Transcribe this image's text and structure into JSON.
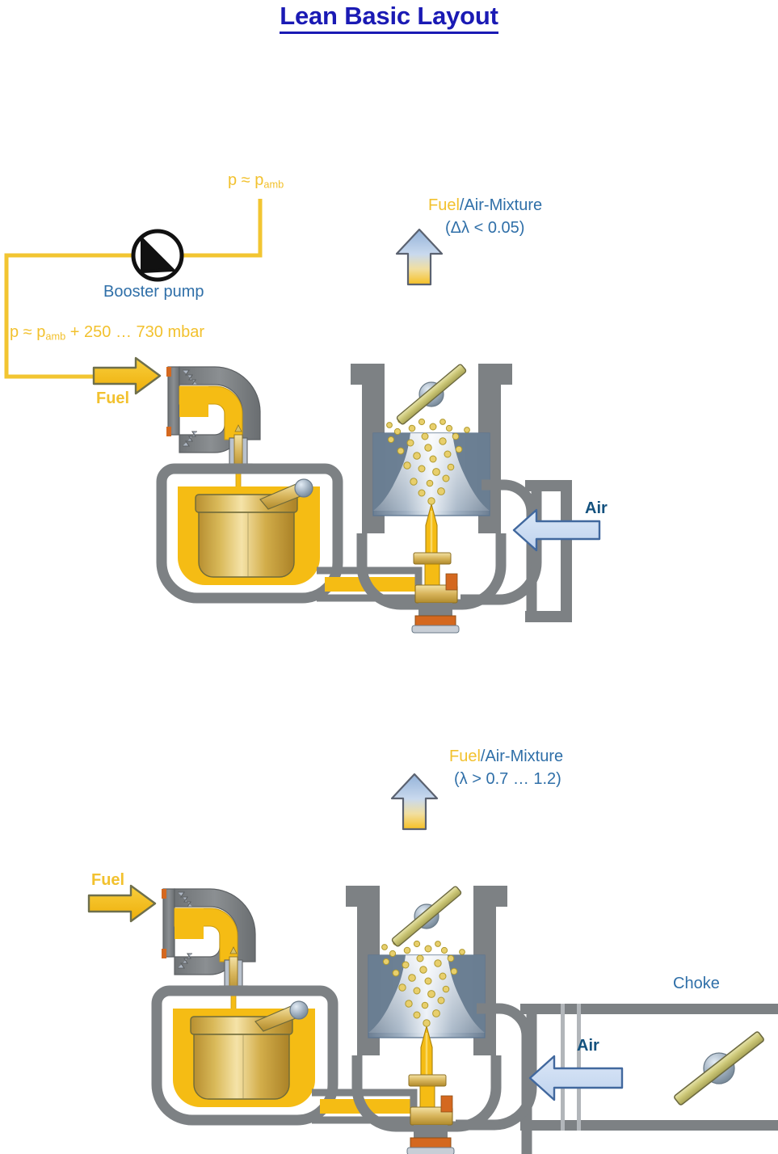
{
  "title": "Lean Basic Layout",
  "colors": {
    "title_blue": "#1a1ab4",
    "label_blue": "#2f6fa8",
    "label_blue_bold": "#13517e",
    "fuel_yellow": "#f2c12e",
    "fuel_fill": "#f5bc14",
    "housing_gray": "#7d8184",
    "venturi_blue": "#7b8ca0",
    "air_arrow_fill": "#cfdff3",
    "air_arrow_stroke": "#41689e",
    "brass_light": "#f4dc96",
    "brass_dark": "#b08a2c"
  },
  "diagrams": [
    {
      "id": "top",
      "name": "lean-basic-layout-with-booster-pump",
      "labels": {
        "pressure_ambient": {
          "text": "p ≈ p",
          "sub": "amb"
        },
        "booster_pump": "Booster pump",
        "pressure_boosted_pre": "p ≈ p",
        "pressure_boosted_sub": "amb",
        "pressure_boosted_post": " + 250 … 730 mbar",
        "fuel": "Fuel",
        "air": "Air",
        "mixture_fuel": "Fuel",
        "mixture_air": "/Air-Mixture",
        "mixture_lambda": "(Δλ < 0.05)"
      },
      "components": [
        "booster-pump",
        "fuel-inlet-arrow",
        "float-bowl",
        "float",
        "needle-valve",
        "venturi",
        "throttle-plate",
        "main-jet-nozzle",
        "fuel-droplet-spray",
        "air-inlet-arrow",
        "mixture-outlet-arrow"
      ]
    },
    {
      "id": "bottom",
      "name": "lean-basic-layout-with-choke",
      "labels": {
        "fuel": "Fuel",
        "air": "Air",
        "choke": "Choke",
        "mixture_fuel": "Fuel",
        "mixture_air": "/Air-Mixture",
        "mixture_lambda": "(λ > 0.7 … 1.2)"
      },
      "components": [
        "fuel-inlet-arrow",
        "float-bowl",
        "float",
        "needle-valve",
        "venturi",
        "throttle-plate",
        "main-jet-nozzle",
        "fuel-droplet-spray",
        "air-inlet-arrow",
        "choke-plate",
        "mixture-outlet-arrow"
      ]
    }
  ]
}
